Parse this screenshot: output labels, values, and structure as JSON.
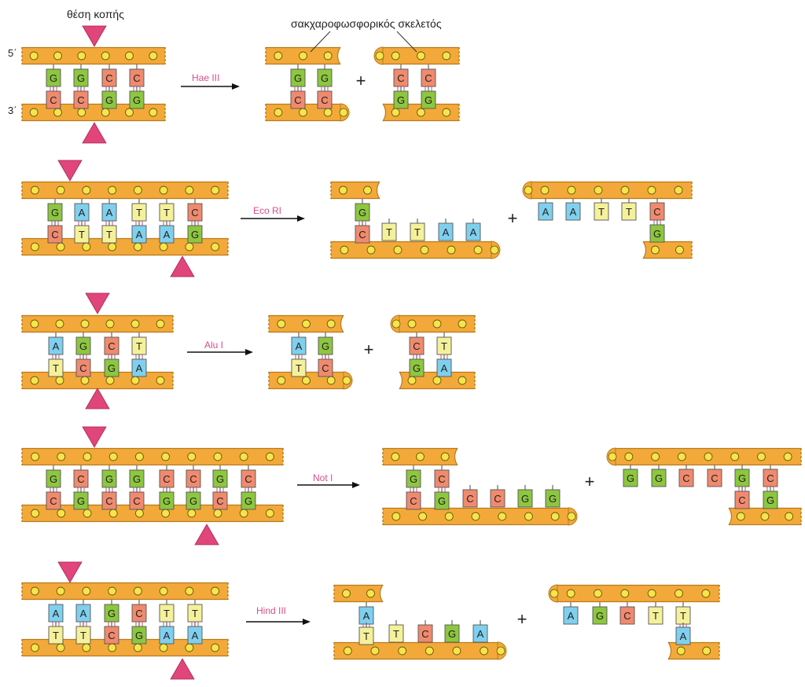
{
  "labels": {
    "cut_site": "θέση κοπής",
    "backbone": "σακχαροφωσφορικός σκελετός",
    "end5": "5΄",
    "end3": "3΄",
    "plus": "+"
  },
  "colors": {
    "backbone": "#f3a93a",
    "backbone_edge": "#b97a1c",
    "phosphate": "#f7e44a",
    "G": "#8dc63f",
    "C": "#f08a6e",
    "A": "#7fd0ee",
    "T": "#f5f19a",
    "cut_marker": "#e0457b",
    "enzyme_text": "#d94d8e",
    "hbond": "#c0507a"
  },
  "reactions": [
    {
      "enzyme": "Hae III",
      "top_strand": [
        "G",
        "G",
        "C",
        "C"
      ],
      "bottom_strand": [
        "C",
        "C",
        "G",
        "G"
      ],
      "product_left": {
        "top": [
          "G",
          "G"
        ],
        "bottom": [
          "C",
          "C"
        ]
      },
      "product_right": {
        "top": [
          "C",
          "C"
        ],
        "bottom": [
          "G",
          "G"
        ]
      }
    },
    {
      "enzyme": "Eco RI",
      "top_strand": [
        "G",
        "A",
        "A",
        "T",
        "T",
        "C"
      ],
      "bottom_strand": [
        "C",
        "T",
        "T",
        "A",
        "A",
        "G"
      ],
      "product_left": {
        "paired": [
          "G/C"
        ],
        "overhang": [
          "T",
          "T",
          "A",
          "A"
        ]
      },
      "product_right": {
        "overhang": [
          "A",
          "A",
          "T",
          "T"
        ],
        "paired": [
          "C/G"
        ]
      }
    },
    {
      "enzyme": "Alu I",
      "top_strand": [
        "A",
        "G",
        "C",
        "T"
      ],
      "bottom_strand": [
        "T",
        "C",
        "G",
        "A"
      ],
      "product_left": {
        "top": [
          "A",
          "G"
        ],
        "bottom": [
          "T",
          "C"
        ]
      },
      "product_right": {
        "top": [
          "C",
          "T"
        ],
        "bottom": [
          "G",
          "A"
        ]
      }
    },
    {
      "enzyme": "Not I",
      "top_strand": [
        "G",
        "C",
        "G",
        "G",
        "C",
        "C",
        "G",
        "C"
      ],
      "bottom_strand": [
        "C",
        "G",
        "C",
        "C",
        "G",
        "G",
        "C",
        "G"
      ],
      "product_left": {
        "paired": [
          "G/C",
          "C/G"
        ],
        "overhang": [
          "C",
          "C",
          "G",
          "G"
        ]
      },
      "product_right": {
        "overhang": [
          "G",
          "G",
          "C",
          "C"
        ],
        "paired": [
          "G/C",
          "C/G"
        ]
      }
    },
    {
      "enzyme": "Hind III",
      "top_strand": [
        "A",
        "A",
        "G",
        "C",
        "T",
        "T"
      ],
      "bottom_strand": [
        "T",
        "T",
        "C",
        "G",
        "A",
        "A"
      ],
      "product_left": {
        "paired": [
          "A/T"
        ],
        "overhang": [
          "T",
          "C",
          "G",
          "A"
        ]
      },
      "product_right": {
        "overhang": [
          "A",
          "G",
          "C",
          "T"
        ],
        "paired": [
          "T/A"
        ]
      }
    }
  ]
}
